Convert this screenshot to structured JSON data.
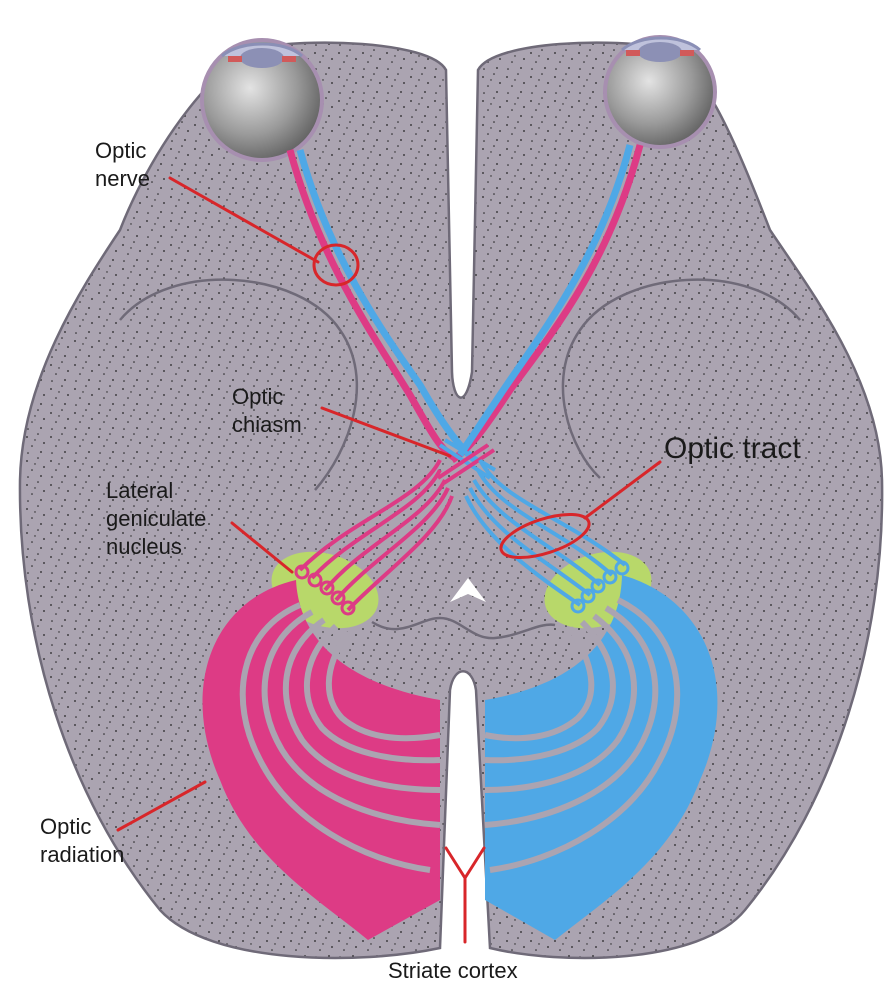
{
  "labels": {
    "optic_nerve": [
      "Optic",
      "nerve"
    ],
    "optic_chiasm": [
      "Optic",
      "chiasm"
    ],
    "optic_tract": "Optic tract",
    "lateral_geniculate_nucleus": [
      "Lateral",
      "geniculate",
      "nucleus"
    ],
    "optic_radiation": [
      "Optic",
      "radiation"
    ],
    "striate_cortex": "Striate cortex"
  },
  "colors": {
    "brain": "#ab a4b0",
    "brain_outline": "#6f6a78",
    "left_pathway": "#dd3b85",
    "right_pathway": "#4fa8e6",
    "geniculate": "#b8d86a",
    "leader": "#d8262a"
  }
}
